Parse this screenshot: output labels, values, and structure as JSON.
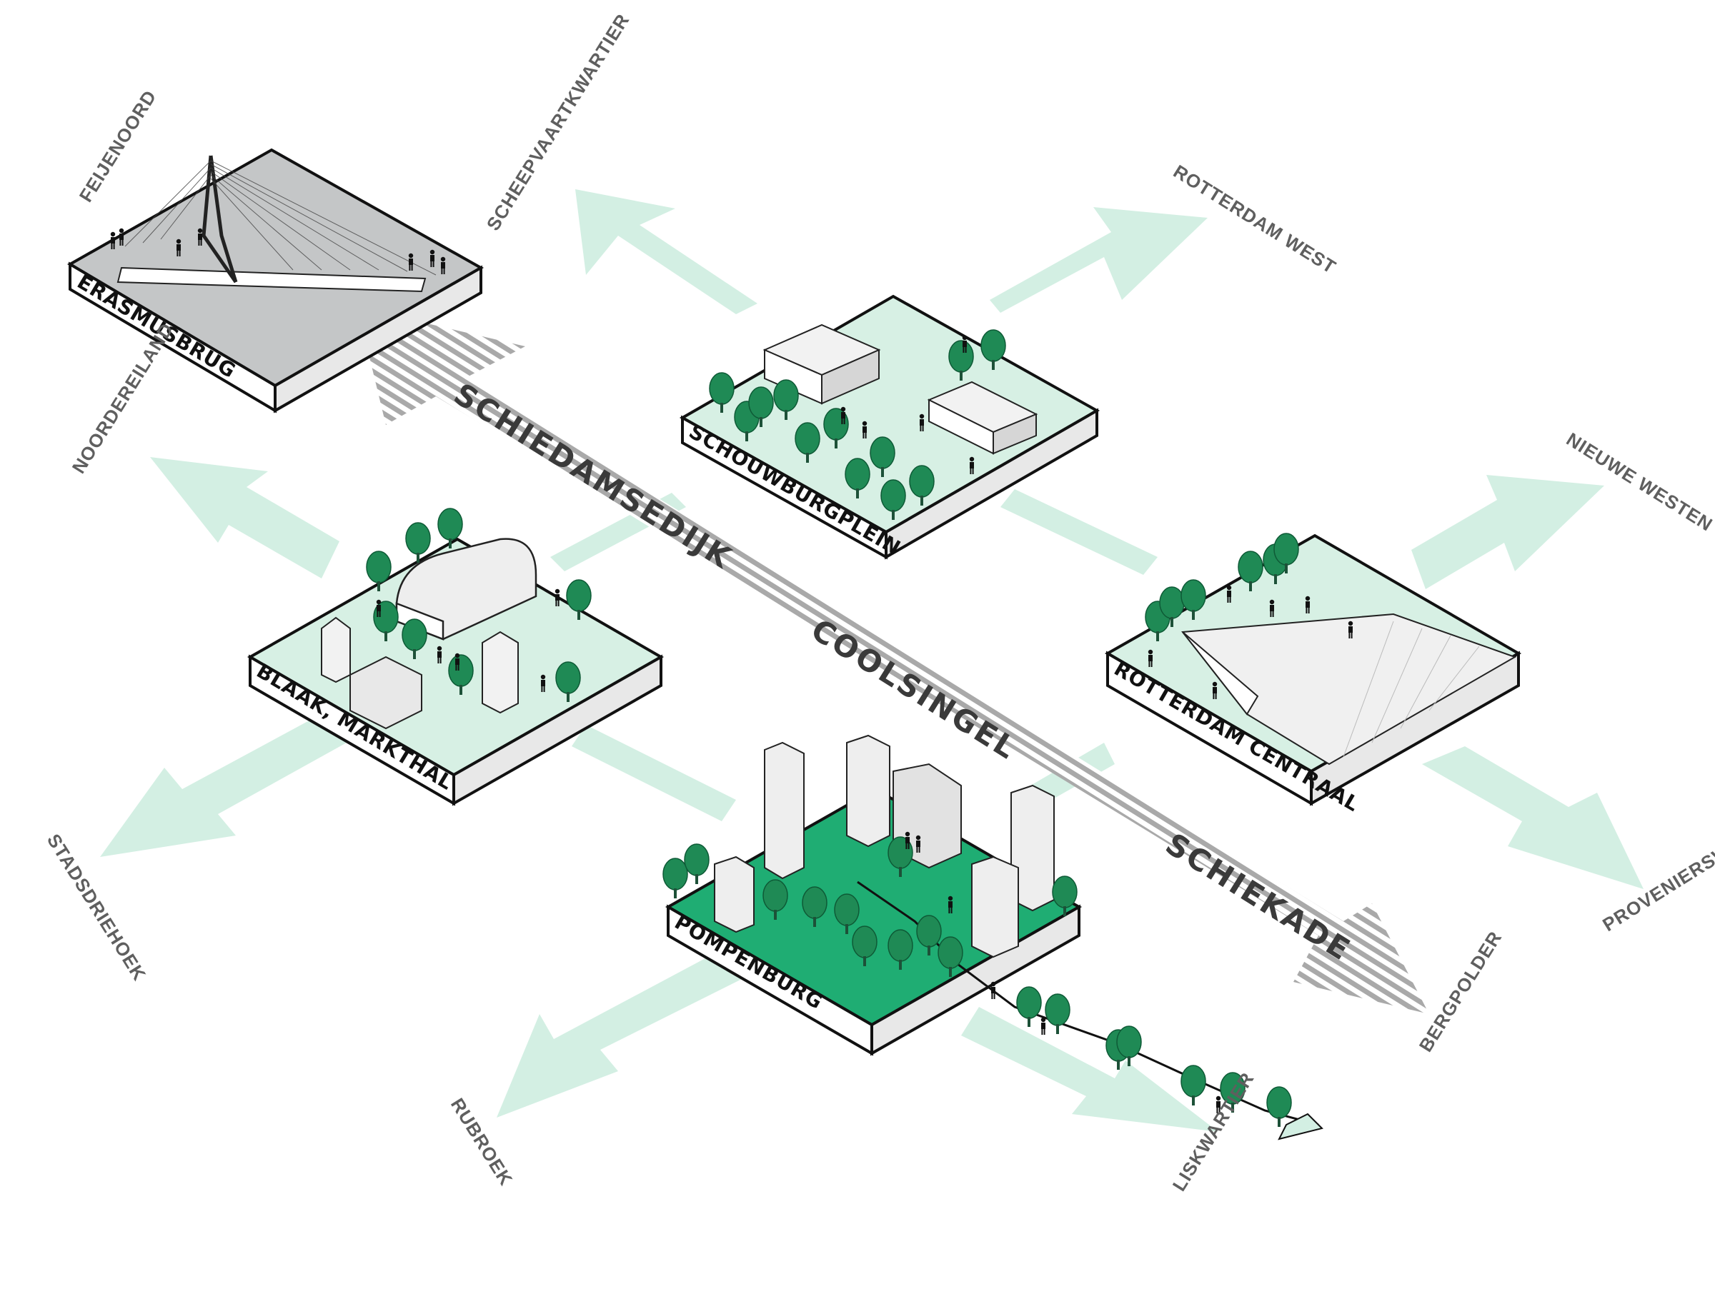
{
  "colors": {
    "flow_arrow": "#d3efe3",
    "tree": "#1f8a55",
    "tile_light": "#d7f0e4",
    "tile_green": "#1fad73",
    "tile_grey": "#c4c6c7",
    "street_hatch": "#a9a9a9",
    "outline": "#111111"
  },
  "streets": {
    "schiedamsedijk": "SCHIEDAMSEDIJK",
    "coolsingel": "COOLSINGEL",
    "schiekade": "SCHIEKADE"
  },
  "tiles": {
    "erasmusbrug": "ERASMUSBRUG",
    "schouwburgplein": "SCHOUWBURGPLEIN",
    "blaak": "BLAAK, MARKTHAL",
    "centraal": "ROTTERDAM CENTRAAL",
    "pompenburg": "POMPENBURG"
  },
  "destinations": {
    "feijenoord": "FEIJENOORD",
    "scheepvaartkwartier": "SCHEEPVAARTKWARTIER",
    "rotterdam_west": "ROTTERDAM WEST",
    "noordereiland": "NOORDEREILAND",
    "nieuwe_westen": "NIEUWE WESTEN",
    "stadsdriehoek": "STADSDRIEHOEK",
    "provenierswijk": "PROVENIERSWIJK",
    "bergpolder": "BERGPOLDER",
    "rubroek": "RUBROEK",
    "liskwartier": "LISKWARTIER"
  },
  "icons": [
    "tree-icon",
    "person-icon",
    "bridge-pylon-icon",
    "building-icon",
    "flow-arrow-icon"
  ]
}
